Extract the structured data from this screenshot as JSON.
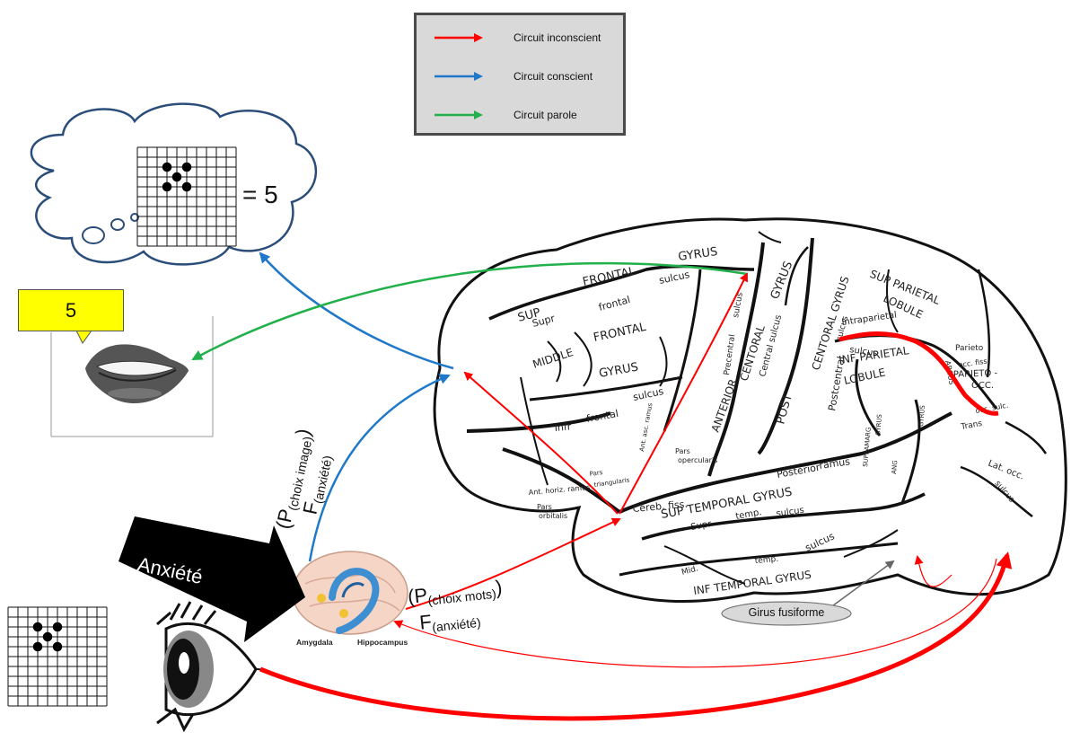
{
  "legend": {
    "items": [
      {
        "label": "Circuit inconscient",
        "color": "#ff0000"
      },
      {
        "label": "Circuit conscient",
        "color": "#1f78c8"
      },
      {
        "label": "Circuit parole",
        "color": "#22b04b"
      }
    ]
  },
  "thought": {
    "equation": "= 5"
  },
  "speech": {
    "value": "5"
  },
  "emotion": {
    "label": "Anxiété"
  },
  "formula_image": {
    "line1_main": "(P",
    "line1_sub": "(choix image)",
    "line1_end": ")",
    "line2_main": "F",
    "line2_sub": "(anxiété)"
  },
  "formula_words": {
    "line1_main": "(P",
    "line1_sub": "(choix mots)",
    "line1_end": ")",
    "line2_main": "F",
    "line2_sub": "(anxiété)"
  },
  "limbic": {
    "amygdala": "Amygdala",
    "hippocampus": "Hippocampus"
  },
  "fusiform": {
    "label": "Girus fusiforme"
  },
  "brain_labels": [
    "GYRUS",
    "FRONTAL",
    "sulcus",
    "SUP",
    "Supr",
    "frontal",
    "MIDDLE",
    "FRONTAL",
    "GYRUS",
    "Infr",
    "frontal",
    "sulcus",
    "sulcus",
    "Precentral",
    "ANTERIOR",
    "CENTORAL",
    "GYRUS",
    "Central sulcus",
    "POST",
    "CENTORAL GYRUS",
    "sulcus",
    "Postcentral",
    "SUP PARIETAL",
    "LOBULE",
    "Intraparietal",
    "sulcus",
    "INF PARIETAL",
    "LOBULE",
    "Parieto",
    "occ. fiss.",
    "PARIETO -",
    "OCC.",
    "ARCUS",
    "Trans",
    "occ. sulc.",
    "Lat. occ.",
    "sulcus",
    "SUPRAMARG",
    "GYRUS",
    "ANG",
    "GYRUS",
    "Pars",
    "triangularis",
    "Pars",
    "opercularis",
    "Ant. asc. ramus",
    "Ant. horiz. ramus",
    "Pars",
    "orbitalis",
    "Cereb. fiss.",
    "Posterior",
    "ramus",
    "SUP TEMPORAL GYRUS",
    "Supr",
    "temp.",
    "sulcus",
    "Mid.",
    "temp.",
    "sulcus",
    "INF TEMPORAL GYRUS"
  ],
  "grid": {
    "cells": 10,
    "dots": 5
  }
}
